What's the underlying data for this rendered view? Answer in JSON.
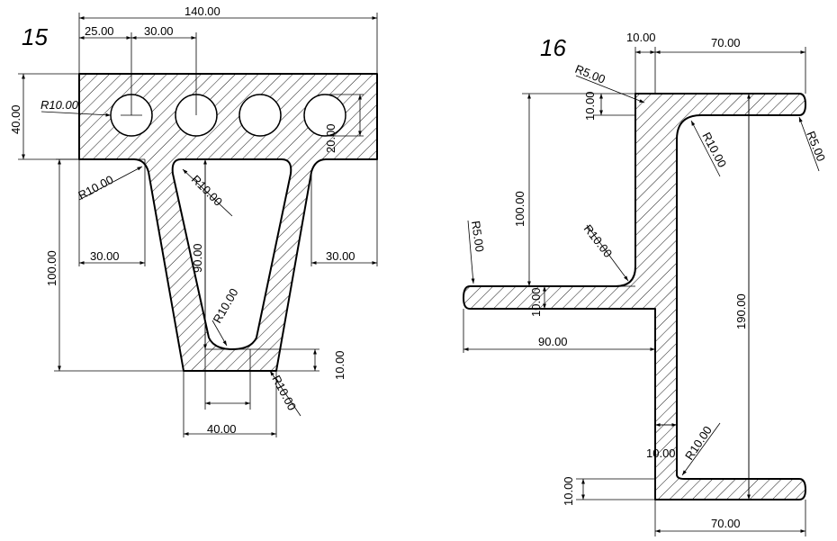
{
  "figures": [
    {
      "label": "15",
      "dimensions": {
        "overall_width": "140.00",
        "hole_offset": "25.00",
        "hole_pitch": "30.00",
        "flange_height": "40.00",
        "hole_radius": "R10.00",
        "hole_height": "20.00",
        "fillet_left": "R10.00",
        "inner_fillet_top": "R10.00",
        "left_ledge": "30.00",
        "right_ledge": "30.00",
        "web_height": "100.00",
        "cavity_depth": "90.00",
        "inner_fillet_bottom": "R10.00",
        "bottom_fillet": "R10.00",
        "bottom_thickness": "10.00",
        "bottom_width": "40.00"
      }
    },
    {
      "label": "16",
      "dimensions": {
        "top_web_offset": "10.00",
        "top_flange_width": "70.00",
        "top_left_radius": "R5.00",
        "top_thickness": "10.00",
        "top_fillet": "R10.00",
        "top_right_radius": "R5.00",
        "upper_height": "100.00",
        "left_end_radius": "R5.00",
        "lower_fillet": "R10.00",
        "overall_height": "190.00",
        "left_thickness": "10.00",
        "left_arm_width": "90.00",
        "bottom_fillet": "R10.00",
        "web_thickness": "10.00",
        "bottom_thickness": "10.00",
        "bottom_flange_width": "70.00"
      }
    }
  ]
}
